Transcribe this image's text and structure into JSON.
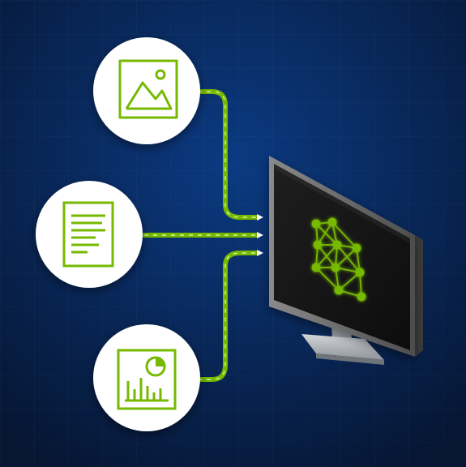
{
  "colors": {
    "background_center": "#0b3a82",
    "background_edge": "#061633",
    "accent_green": "#76b900",
    "circle_fill": "#ffffff",
    "screen": "#151515",
    "monitor_frame": "#6b6b6b",
    "stand": "#b8bcc2"
  },
  "inputs": [
    {
      "id": "image",
      "icon": "image-icon"
    },
    {
      "id": "document",
      "icon": "document-icon"
    },
    {
      "id": "chart",
      "icon": "chart-icon"
    }
  ],
  "output": {
    "icon": "neural-network-icon",
    "device": "monitor"
  }
}
